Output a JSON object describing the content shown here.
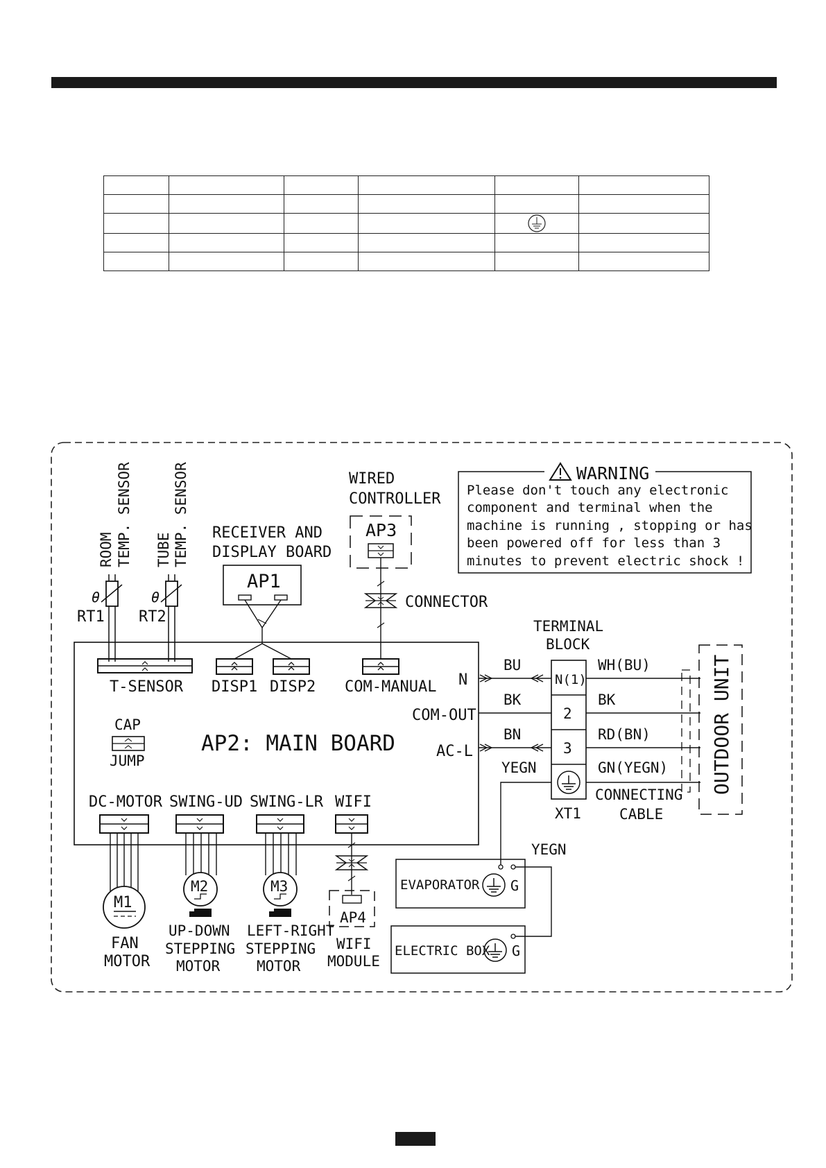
{
  "diagram": {
    "warning": {
      "title": "WARNING",
      "lines": [
        "Please don't touch any electronic",
        "component and terminal when the",
        "machine is running , stopping or has",
        "been powered off for less than 3",
        "minutes to prevent electric shock !"
      ]
    },
    "sensors": {
      "room": [
        "ROOM",
        "TEMP. SENSOR"
      ],
      "tube": [
        "TUBE",
        "TEMP. SENSOR"
      ],
      "rt1": "RT1",
      "rt2": "RT2",
      "theta": "θ"
    },
    "receiver": {
      "label": [
        "RECEIVER AND",
        "DISPLAY BOARD"
      ],
      "id": "AP1"
    },
    "wired_controller": {
      "label": [
        "WIRED",
        "CONTROLLER"
      ],
      "id": "AP3"
    },
    "connector_label": "CONNECTOR",
    "main_board": {
      "title": "AP2: MAIN BOARD",
      "ports_top": [
        "T-SENSOR",
        "DISP1",
        "DISP2",
        "COM-MANUAL"
      ],
      "ports_right": [
        "N",
        "COM-OUT",
        "AC-L"
      ],
      "cap": "CAP",
      "jump": "JUMP",
      "ports_bottom": [
        "DC-MOTOR",
        "SWING-UD",
        "SWING-LR",
        "WIFI"
      ]
    },
    "terminal_block": {
      "label": [
        "TERMINAL",
        "BLOCK"
      ],
      "terminals": [
        "N(1)",
        "2",
        "3"
      ],
      "id": "XT1",
      "left_wires": [
        "BU",
        "BK",
        "BN",
        "YEGN"
      ],
      "right_wires": [
        "WH(BU)",
        "BK",
        "RD(BN)",
        "GN(YEGN)"
      ]
    },
    "connecting_cable": [
      "CONNECTING",
      "CABLE"
    ],
    "outdoor_unit": "OUTDOOR UNIT",
    "motors": {
      "m1": "M1",
      "m2": "M2",
      "m3": "M3",
      "fan": [
        "FAN",
        "MOTOR"
      ],
      "updown": [
        "UP-DOWN",
        "STEPPING",
        "MOTOR"
      ],
      "leftright": [
        "LEFT-RIGHT",
        "STEPPING",
        "MOTOR"
      ]
    },
    "wifi_module": {
      "id": "AP4",
      "label": [
        "WIFI",
        "MODULE"
      ]
    },
    "ground": {
      "wire": "YEGN",
      "evaporator": "EVAPORATOR",
      "electric_box": "ELECTRIC BOX",
      "g": "G"
    }
  }
}
